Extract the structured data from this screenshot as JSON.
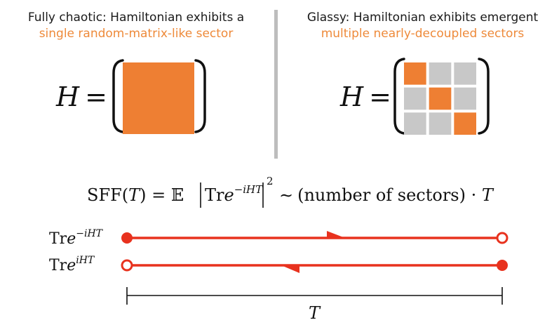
{
  "left_panel": {
    "caption_line1": "Fully chaotic: Hamiltonian exhibits a",
    "caption_line2": "single random-matrix-like sector",
    "equation_lhs": "H =",
    "blocks": [
      [
        1
      ]
    ]
  },
  "right_panel": {
    "caption_line1": "Glassy: Hamiltonian exhibits emergent",
    "caption_line2": "multiple nearly-decoupled sectors",
    "equation_lhs": "H =",
    "blocks": [
      [
        1,
        0,
        0
      ],
      [
        0,
        1,
        0
      ],
      [
        0,
        0,
        1
      ]
    ]
  },
  "formula": {
    "sff_prefix": "SFF(",
    "sff_var": "T",
    "sff_suffix": ") = ",
    "expectation": "𝔼",
    "tr": "Tr",
    "exp_base": "e",
    "exp_power": "−iHT",
    "square": "2",
    "sim": "∼",
    "sectors_text": "(number of sectors) · ",
    "t_var": "T"
  },
  "contour": {
    "forward_tr": "Tr",
    "forward_exp_base": "e",
    "forward_exp_power": "−iHT",
    "backward_tr": "Tr",
    "backward_exp_base": "e",
    "backward_exp_power": "iHT",
    "time_label": "T"
  },
  "colors": {
    "orange": "#ee7f33",
    "grey_block": "#c8c8c8",
    "caption_orange": "#ee8a3a",
    "contour_red": "#e8321e",
    "divider": "#bdbdbd"
  }
}
